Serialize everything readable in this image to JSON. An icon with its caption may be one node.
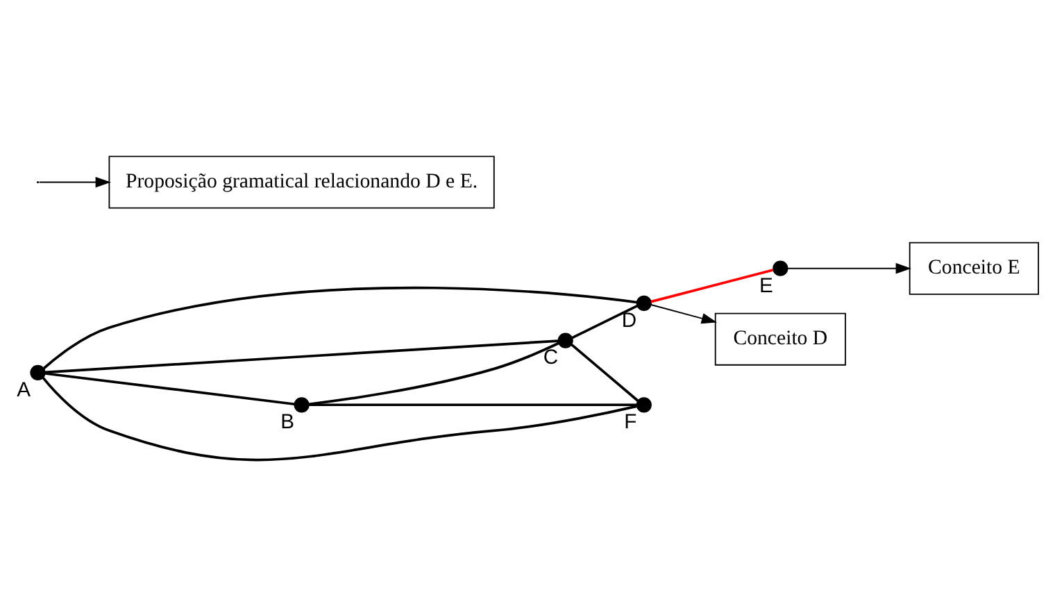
{
  "diagram": {
    "nodes": [
      {
        "text": [],
        "shape": "circle",
        "beside": [
          "A"
        ]
      },
      {
        "text": [],
        "shape": "circle",
        "beside": [
          "B"
        ]
      },
      {
        "text": [],
        "shape": "circle",
        "beside": [
          "C"
        ]
      },
      {
        "text": [],
        "shape": "circle",
        "beside": [
          "D"
        ]
      },
      {
        "text": [],
        "shape": "circle",
        "beside": [
          "E"
        ]
      },
      {
        "text": [],
        "shape": "circle",
        "beside": [
          "F"
        ]
      },
      {
        "text": [
          "Conceito E"
        ]
      },
      {
        "text": [
          "Proposição gramatical relacionando D e E."
        ]
      },
      {
        "text": [
          "Conceito D"
        ]
      }
    ],
    "edges": [
      {
        "from": 0,
        "to": 5,
        "arrow": "none"
      },
      {
        "from": 0,
        "to": 1,
        "arrow": "none"
      },
      {
        "from": 0,
        "to": 2,
        "arrow": "none"
      },
      {
        "from": 0,
        "to": 3,
        "arrow": "none"
      },
      {
        "from": 1,
        "to": 5,
        "arrow": "none"
      },
      {
        "from": 1,
        "to": 2,
        "arrow": "none"
      },
      {
        "from": 2,
        "to": 5,
        "arrow": "none"
      },
      {
        "from": 2,
        "to": 3,
        "arrow": "none"
      },
      {
        "from": 3,
        "to": 4,
        "arrow": "none",
        "color": "#ff0000"
      },
      {
        "from": 4,
        "to": 6,
        "arrow": "to"
      },
      {
        "from": null,
        "to": 7,
        "arrow": "to"
      },
      {
        "from": 3,
        "to": 8,
        "arrow": "to"
      }
    ]
  }
}
